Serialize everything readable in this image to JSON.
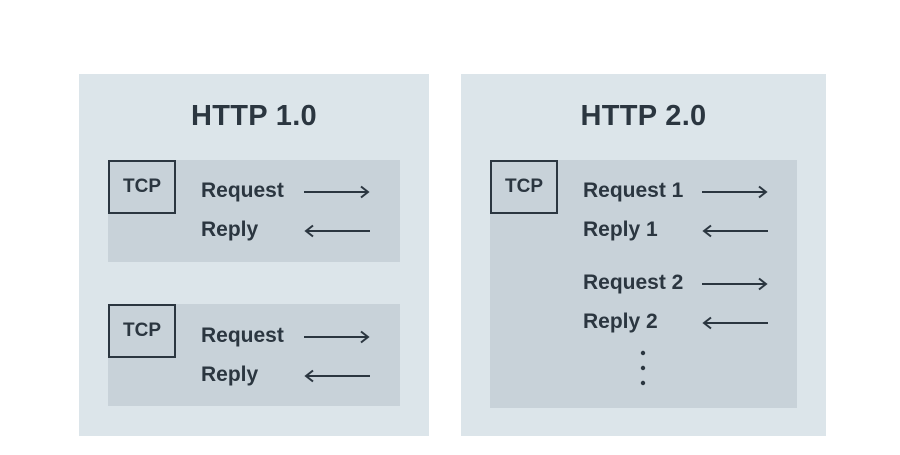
{
  "http1": {
    "title": "HTTP 1.0",
    "connections": [
      {
        "label": "TCP",
        "messages": [
          {
            "text": "Request",
            "direction": "right"
          },
          {
            "text": "Reply",
            "direction": "left"
          }
        ]
      },
      {
        "label": "TCP",
        "messages": [
          {
            "text": "Request",
            "direction": "right"
          },
          {
            "text": "Reply",
            "direction": "left"
          }
        ]
      }
    ]
  },
  "http2": {
    "title": "HTTP 2.0",
    "connection": {
      "label": "TCP",
      "messages": [
        {
          "text": "Request 1",
          "direction": "right"
        },
        {
          "text": "Reply 1",
          "direction": "left"
        },
        {
          "text": "Request 2",
          "direction": "right"
        },
        {
          "text": "Reply 2",
          "direction": "left"
        }
      ],
      "continuation": "vertical-ellipsis"
    }
  },
  "colors": {
    "panel": "#dce5ea",
    "connection": "#c8d2d9",
    "text": "#2b3640"
  }
}
